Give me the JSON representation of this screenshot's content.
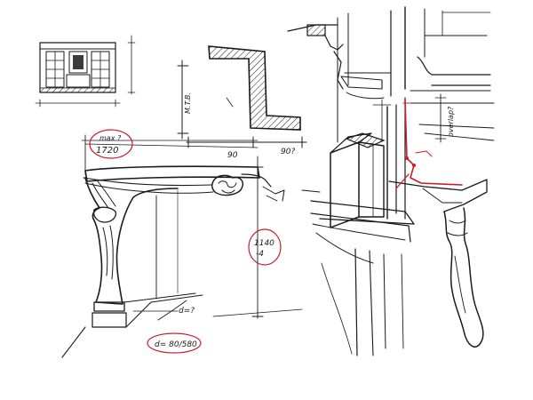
{
  "colors": {
    "ink": "#1a1a1a",
    "red": "#c8202a",
    "paper": "#ffffff"
  },
  "annotations": {
    "max_note": "max ?",
    "width_value": "1720",
    "height_value": "1140",
    "height_tolerance": "-4",
    "depth_note": "d=?",
    "depth_value": "d= 80/580",
    "dim_90_a": "90",
    "dim_90_b": "90?",
    "mtb": "M.T.B.",
    "overlap_note": "overlap?"
  }
}
